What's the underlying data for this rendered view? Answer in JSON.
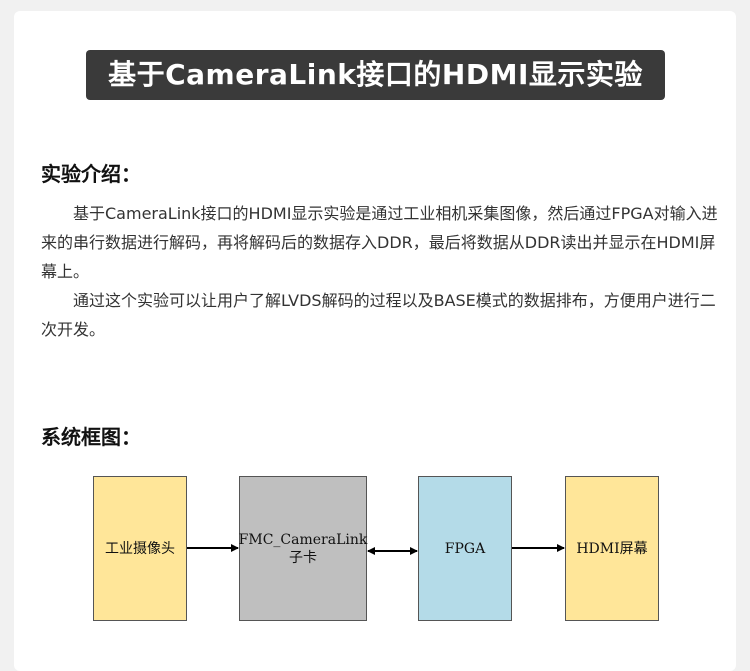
{
  "header": {
    "title": "基于CameraLink接口的HDMI显示实验"
  },
  "intro": {
    "heading": "实验介绍：",
    "paragraphs": [
      "基于CameraLink接口的HDMI显示实验是通过工业相机采集图像，然后通过FPGA对输入进来的串行数据进行解码，再将解码后的数据存入DDR，最后将数据从DDR读出并显示在HDMI屏幕上。",
      "通过这个实验可以让用户了解LVDS解码的过程以及BASE模式的数据排布，方便用户进行二次开发。"
    ]
  },
  "diagram": {
    "heading": "系统框图：",
    "blocks": {
      "camera": "工业摄像头",
      "fmc_line1": "FMC_CameraLink",
      "fmc_line2": "子卡",
      "fpga": "FPGA",
      "hdmi": "HDMI屏幕"
    },
    "colors": {
      "yellow": "#ffe699",
      "gray": "#bfbfbf",
      "blue": "#b4dbe8"
    }
  }
}
